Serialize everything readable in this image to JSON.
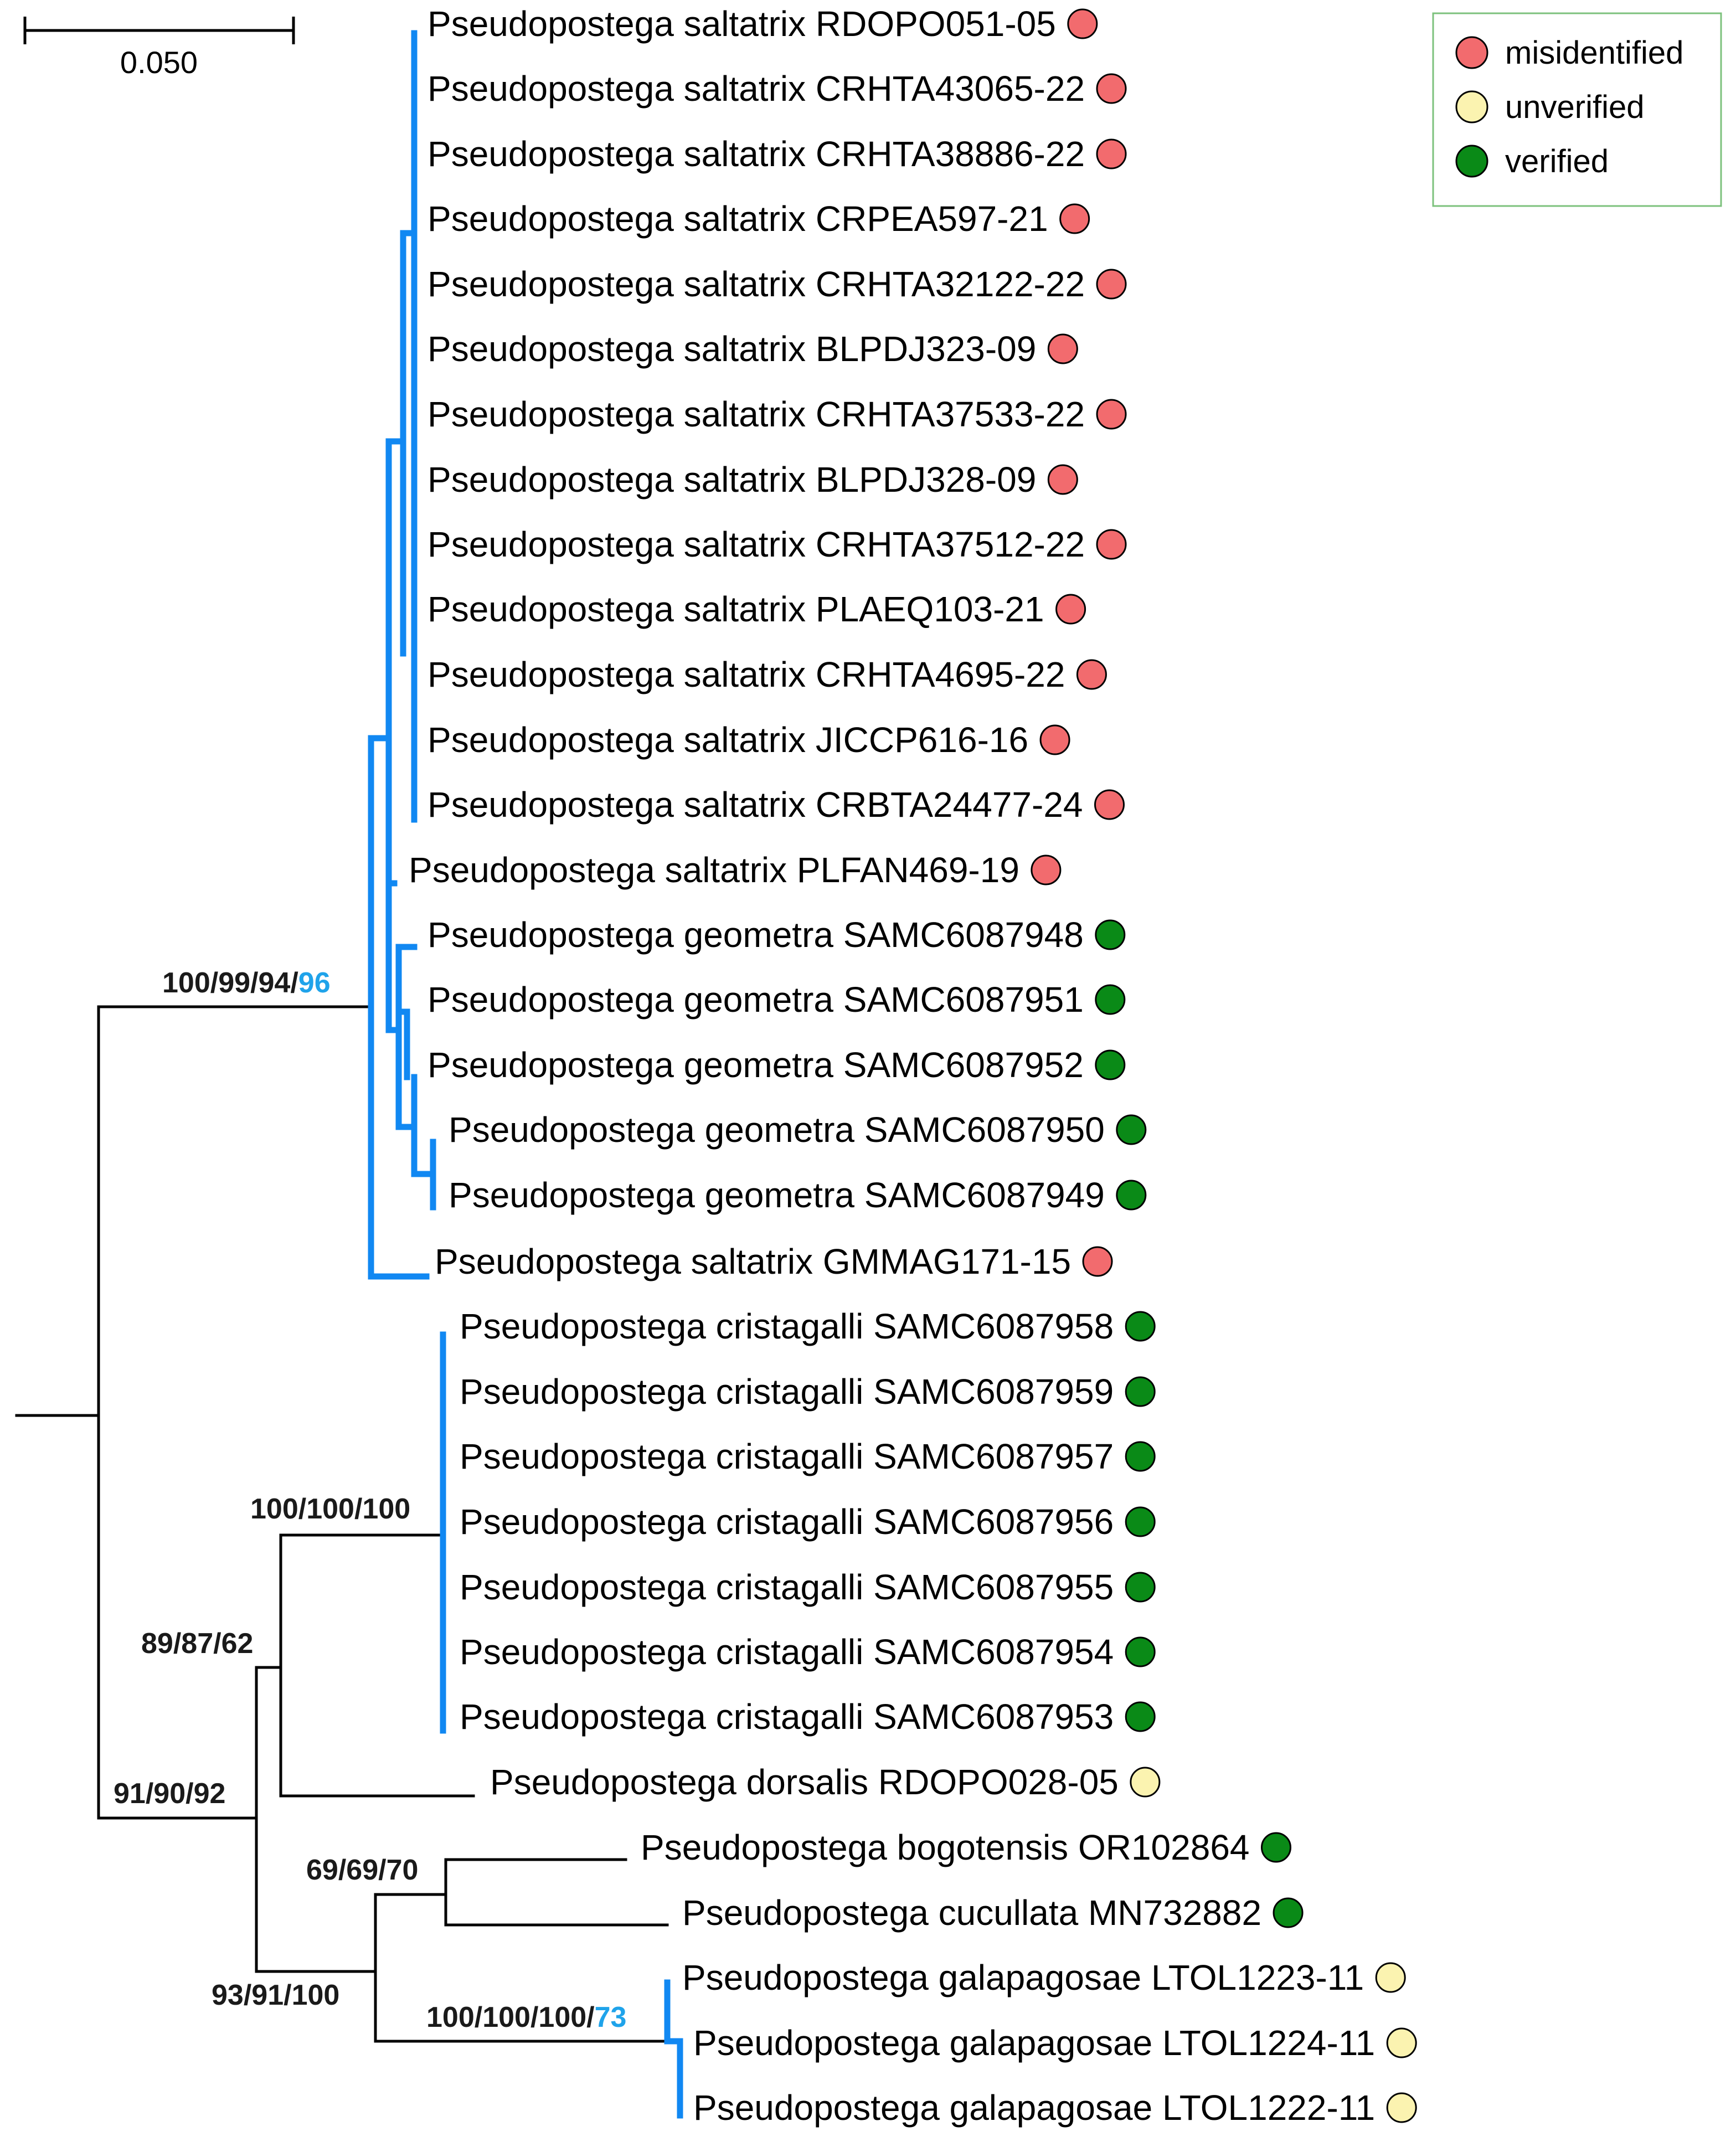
{
  "colors": {
    "misidentified": "#f26b6e",
    "unverified": "#fbf3b0",
    "verified": "#0a8a17",
    "highlight_branch": "#1188f2",
    "branch": "#000000",
    "highlight_text": "#1fa3ea",
    "legend_border": "#7cc17c"
  },
  "scale_bar": {
    "label": "0.050"
  },
  "legend": [
    {
      "label": "misidentified",
      "status": "misidentified"
    },
    {
      "label": "unverified",
      "status": "unverified"
    },
    {
      "label": "verified",
      "status": "verified"
    }
  ],
  "taxa": [
    {
      "label": "Pseudopostega saltatrix RDOPO051-05",
      "status": "misidentified"
    },
    {
      "label": "Pseudopostega saltatrix CRHTA43065-22",
      "status": "misidentified"
    },
    {
      "label": "Pseudopostega saltatrix CRHTA38886-22",
      "status": "misidentified"
    },
    {
      "label": "Pseudopostega saltatrix CRPEA597-21",
      "status": "misidentified"
    },
    {
      "label": "Pseudopostega saltatrix CRHTA32122-22",
      "status": "misidentified"
    },
    {
      "label": "Pseudopostega saltatrix BLPDJ323-09",
      "status": "misidentified"
    },
    {
      "label": "Pseudopostega saltatrix CRHTA37533-22",
      "status": "misidentified"
    },
    {
      "label": "Pseudopostega saltatrix BLPDJ328-09",
      "status": "misidentified"
    },
    {
      "label": "Pseudopostega saltatrix CRHTA37512-22",
      "status": "misidentified"
    },
    {
      "label": "Pseudopostega saltatrix PLAEQ103-21",
      "status": "misidentified"
    },
    {
      "label": "Pseudopostega saltatrix CRHTA4695-22",
      "status": "misidentified"
    },
    {
      "label": "Pseudopostega saltatrix JICCP616-16",
      "status": "misidentified"
    },
    {
      "label": "Pseudopostega saltatrix CRBTA24477-24",
      "status": "misidentified"
    },
    {
      "label": "Pseudopostega saltatrix PLFAN469-19",
      "status": "misidentified"
    },
    {
      "label": "Pseudopostega geometra SAMC6087948",
      "status": "verified"
    },
    {
      "label": "Pseudopostega geometra SAMC6087951",
      "status": "verified"
    },
    {
      "label": "Pseudopostega geometra SAMC6087952",
      "status": "verified"
    },
    {
      "label": "Pseudopostega geometra SAMC6087950",
      "status": "verified"
    },
    {
      "label": "Pseudopostega geometra SAMC6087949",
      "status": "verified"
    },
    {
      "label": "Pseudopostega saltatrix GMMAG171-15",
      "status": "misidentified"
    },
    {
      "label": "Pseudopostega cristagalli SAMC6087958",
      "status": "verified"
    },
    {
      "label": "Pseudopostega cristagalli SAMC6087959",
      "status": "verified"
    },
    {
      "label": "Pseudopostega cristagalli SAMC6087957",
      "status": "verified"
    },
    {
      "label": "Pseudopostega cristagalli SAMC6087956",
      "status": "verified"
    },
    {
      "label": "Pseudopostega cristagalli SAMC6087955",
      "status": "verified"
    },
    {
      "label": "Pseudopostega cristagalli SAMC6087954",
      "status": "verified"
    },
    {
      "label": "Pseudopostega cristagalli SAMC6087953",
      "status": "verified"
    },
    {
      "label": "Pseudopostega dorsalis RDOPO028-05",
      "status": "unverified"
    },
    {
      "label": "Pseudopostega bogotensis OR102864",
      "status": "verified"
    },
    {
      "label": "Pseudopostega cucullata MN732882",
      "status": "verified"
    },
    {
      "label": "Pseudopostega galapagosae LTOL1223-11",
      "status": "unverified"
    },
    {
      "label": "Pseudopostega galapagosae LTOL1224-11",
      "status": "unverified"
    },
    {
      "label": "Pseudopostega galapagosae LTOL1222-11",
      "status": "unverified"
    }
  ],
  "support_values": [
    {
      "node": "saltatrix-geometra",
      "base": "100/99/94/",
      "extra": "96"
    },
    {
      "node": "cristagalli",
      "base": "100/100/100",
      "extra": ""
    },
    {
      "node": "cristagalli-dorsalis",
      "base": "89/87/62",
      "extra": ""
    },
    {
      "node": "lower-clade",
      "base": "91/90/92",
      "extra": ""
    },
    {
      "node": "bogotensis-cucullata",
      "base": "69/69/70",
      "extra": ""
    },
    {
      "node": "bogotensis-galapagosae",
      "base": "93/91/100",
      "extra": ""
    },
    {
      "node": "galapagosae",
      "base": "100/100/100/",
      "extra": "73"
    }
  ]
}
